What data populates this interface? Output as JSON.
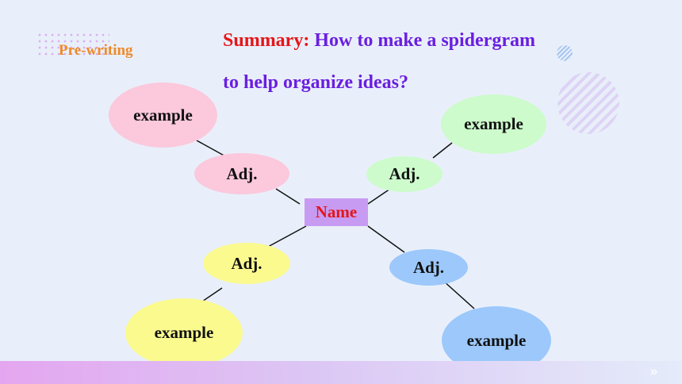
{
  "section_label": "Pre-writing",
  "title": {
    "lead": "Summary:",
    "line1_rest": " How to make a spidergram",
    "line2": "to help organize ideas?"
  },
  "center": {
    "label": "Name"
  },
  "branches": [
    {
      "adj": "Adj.",
      "example": "example",
      "color": "#fbc8dc"
    },
    {
      "adj": "Adj.",
      "example": "example",
      "color": "#cdfbcc"
    },
    {
      "adj": "Adj.",
      "example": "example",
      "color": "#fafa8f"
    },
    {
      "adj": "Adj.",
      "example": "example",
      "color": "#9cc8fb"
    }
  ],
  "colors": {
    "background": "#e9effa",
    "title": "#6a1fe0",
    "title_lead": "#e4161a",
    "section_label": "#ef8a2a",
    "center_box": "#c89bf3"
  },
  "icons": {
    "next": "double-chevron-right-icon"
  }
}
